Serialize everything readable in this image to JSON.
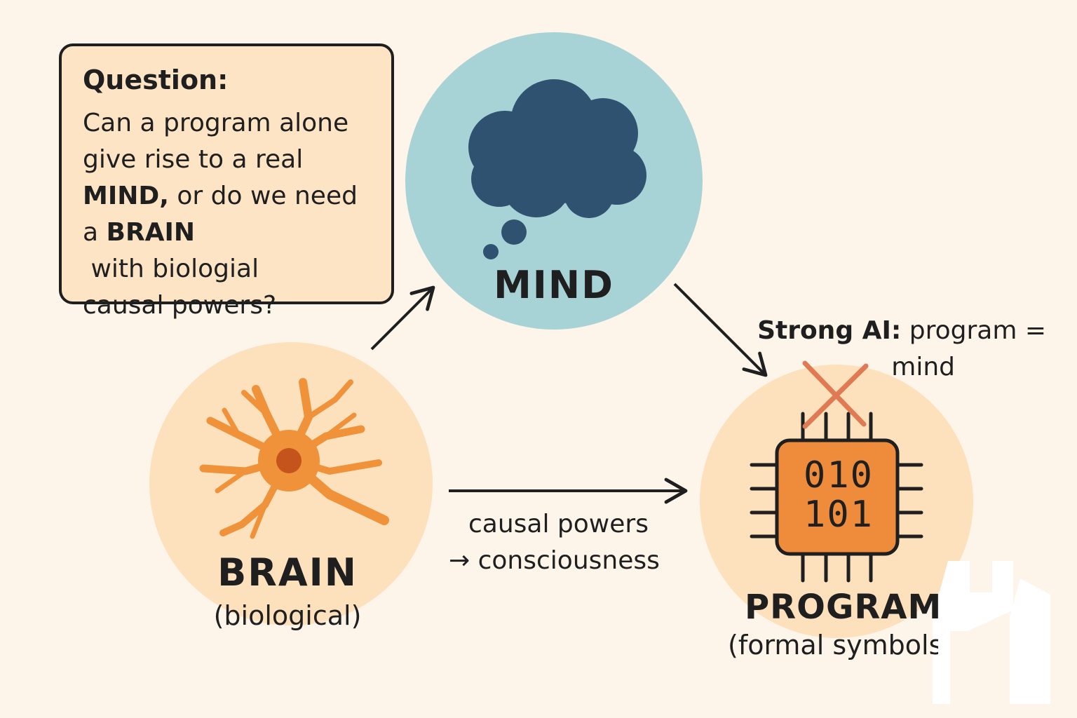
{
  "question": {
    "title": "Question:",
    "line1": "Can a program alone",
    "line2": "give rise to a real",
    "line3_bold": "MIND,",
    "line3_rest": " or do we need",
    "line4_pre": "a ",
    "line4_bold": "BRAIN",
    "line4_rest": " with biologial",
    "line5": "causal powers?"
  },
  "nodes": {
    "mind": {
      "label": "MIND"
    },
    "brain": {
      "label": "BRAIN",
      "sublabel": "(biological)"
    },
    "program": {
      "label": "PROGRAM",
      "sublabel": "(formal symbols",
      "chip_line1": "010",
      "chip_line2": "101"
    }
  },
  "edges": {
    "brain_to_program": {
      "line1": "causal powers",
      "line2": "→ consciousness"
    },
    "strong_ai": {
      "bold": "Strong AI:",
      "rest": " program =",
      "line2": "mind"
    }
  },
  "colors": {
    "background": "#fdf5ea",
    "question_fill": "#fde4c4",
    "mind_circle": "#a8d3d6",
    "cloud": "#2e5270",
    "peach_circle": "#fde0bc",
    "neuron": "#f0923a",
    "nucleus": "#c4531c",
    "chip": "#ef8c3c",
    "cross": "#e07a52"
  },
  "icons": [
    "thought-cloud-icon",
    "neuron-icon",
    "chip-icon",
    "cross-icon"
  ]
}
